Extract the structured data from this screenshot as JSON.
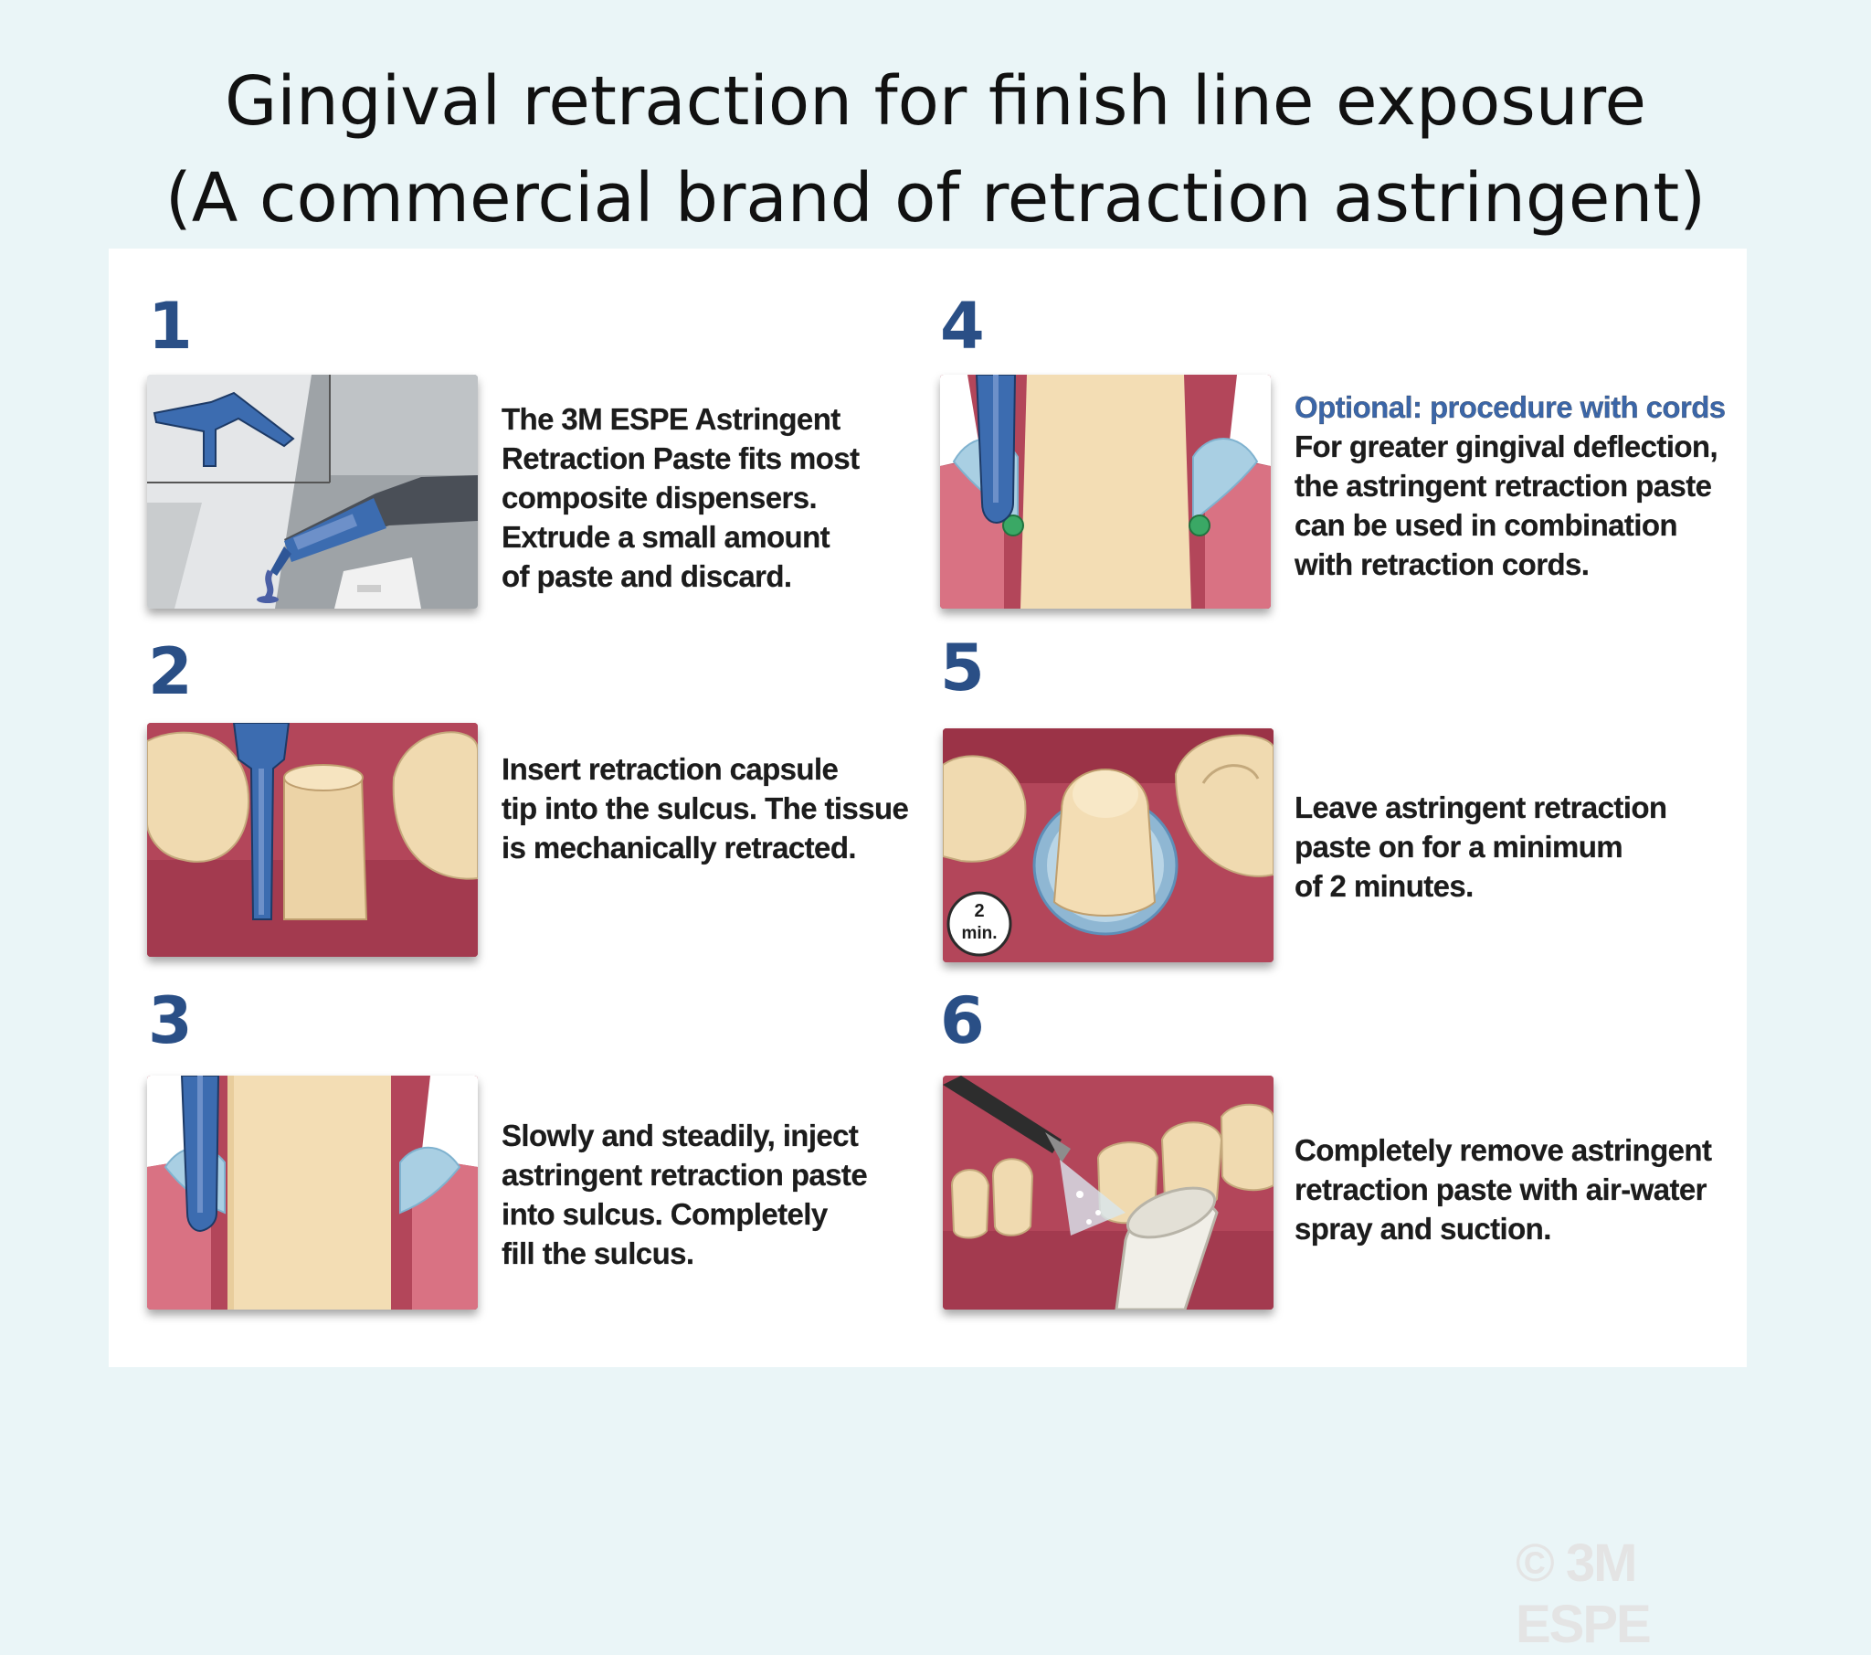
{
  "title": {
    "line1": "Gingival retraction for finish line exposure",
    "line2": "(A commercial brand of retraction astringent)"
  },
  "steps": [
    {
      "number": "1",
      "lines": [
        "The 3M ESPE Astringent",
        "Retraction Paste fits most",
        "composite dispensers.",
        "Extrude a small amount",
        "of paste and discard."
      ]
    },
    {
      "number": "2",
      "lines": [
        "Insert retraction capsule",
        "tip into the sulcus. The tissue",
        "is mechanically retracted."
      ]
    },
    {
      "number": "3",
      "lines": [
        "Slowly and steadily, inject",
        "astringent retraction paste",
        "into sulcus. Completely",
        "fill the sulcus."
      ]
    },
    {
      "number": "4",
      "heading": "Optional: procedure with cords",
      "lines": [
        "For greater gingival deflection,",
        "the astringent retraction paste",
        "can be used in combination",
        "with retraction cords."
      ]
    },
    {
      "number": "5",
      "lines": [
        "Leave astringent retraction",
        "paste on for a minimum",
        "of 2 minutes."
      ],
      "timer_value": "2",
      "timer_unit": "min."
    },
    {
      "number": "6",
      "lines": [
        "Completely remove astringent",
        "retraction paste with air-water",
        "spray and suction."
      ]
    }
  ],
  "watermark": "© 3M ESPE",
  "colors": {
    "slide_bg": "#eaf5f7",
    "step_number": "#2a4f86",
    "optional_heading": "#3b66a8",
    "gum": "#b3465a",
    "tooth": "#f3ddb4",
    "instrument": "#3c6cb0",
    "paste": "#a9cfe3"
  }
}
